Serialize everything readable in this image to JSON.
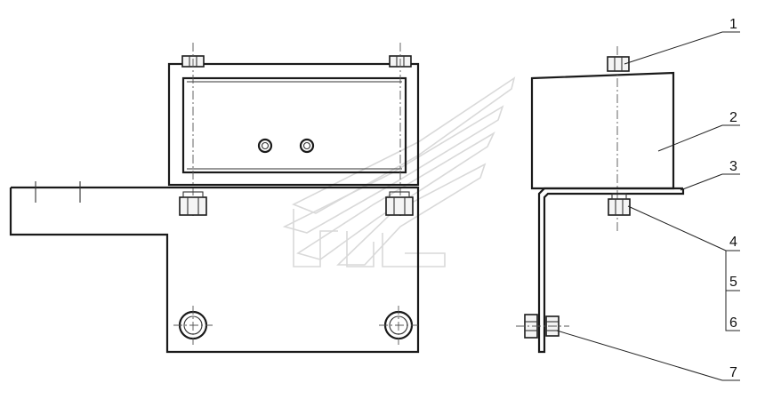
{
  "callouts": [
    {
      "id": "1",
      "label": "1"
    },
    {
      "id": "2",
      "label": "2"
    },
    {
      "id": "3",
      "label": "3"
    },
    {
      "id": "4",
      "label": "4"
    },
    {
      "id": "5",
      "label": "5"
    },
    {
      "id": "6",
      "label": "6"
    },
    {
      "id": "7",
      "label": "7"
    }
  ],
  "colors": {
    "line": "#1a1a1a",
    "watermark": "#d9d9d9",
    "background": "#ffffff"
  },
  "icons": {
    "watermark": "stylized-logo-watermark"
  }
}
